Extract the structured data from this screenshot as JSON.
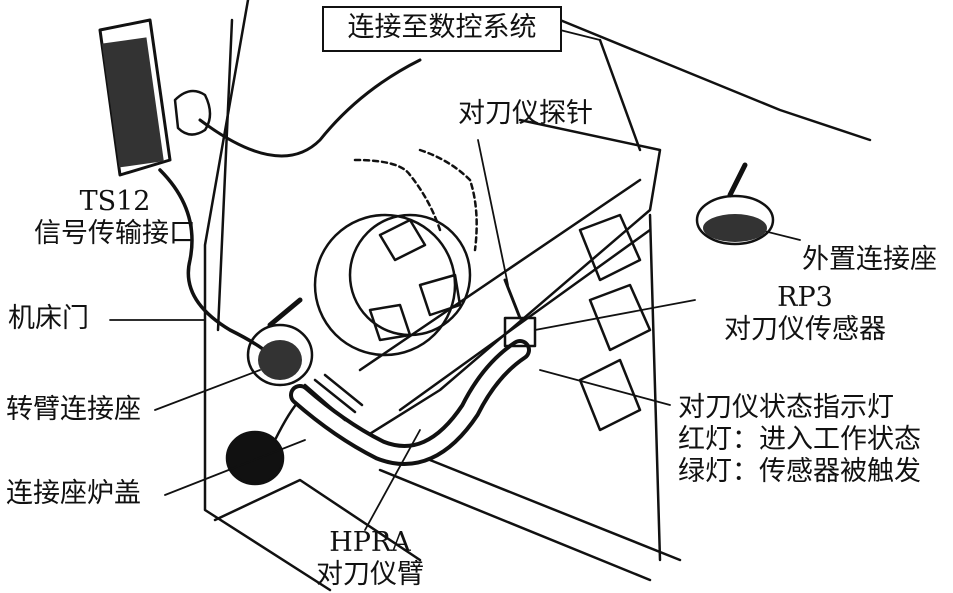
{
  "labels": {
    "title": "连接至数控系统",
    "probe": "对刀仪探针",
    "interface_code": "TS12",
    "interface_name": "信号传输接口",
    "external_socket": "外置连接座",
    "machine_door": "机床门",
    "sensor_code": "RP3",
    "sensor_name": "对刀仪传感器",
    "arm_socket": "转臂连接座",
    "indicator_title": "对刀仪状态指示灯",
    "indicator_red": "红灯：进入工作状态",
    "indicator_green": "绿灯：传感器被触发",
    "socket_cover": "连接座炉盖",
    "arm_code": "HPRA",
    "arm_name": "对刀仪臂"
  },
  "colors": {
    "ink": "#111111",
    "background": "#ffffff",
    "shade": "#333333"
  }
}
